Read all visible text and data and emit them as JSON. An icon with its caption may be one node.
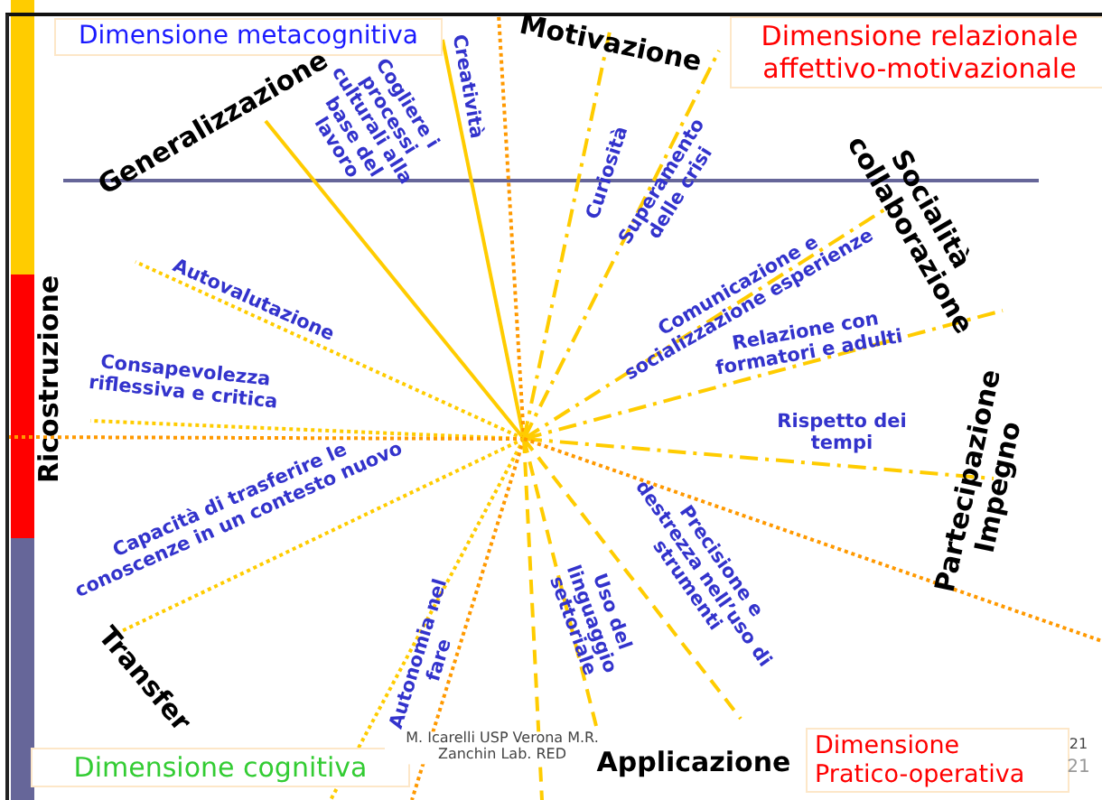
{
  "diagram": {
    "nodes": [
      {
        "text": [
          "Dimensione metacognitiva"
        ]
      },
      {
        "text": [
          "Dimensione relazionale affettivo-motivazionale"
        ]
      },
      {
        "text": [
          "Dimensione cognitiva"
        ]
      },
      {
        "text": [
          "Dimensione Pratico-operativa"
        ]
      }
    ],
    "labels": [
      "Generalizzazione",
      "Cogliere i processi culturali alla base del lavoro",
      "Creatività",
      "Motivazione",
      "Curiosità",
      "Superamento delle crisi",
      "Socialità collaborazione",
      "Autovalutazione",
      "Comunicazione e socializzazione esperienze",
      "Ricostruzione",
      "Consapevolezza riflessiva e critica",
      "Relazione con formatori e adulti",
      "Rispetto dei tempi",
      "Partecipazione Impegno",
      "Capacità di trasferire le conoscenze in un contesto nuovo",
      "Precisione e destrezza nell’uso di strumenti",
      "Uso del linguaggio settoriale",
      "Autonomia nel fare",
      "Transfer",
      "M. Icarelli USP Verona M.R. Zanchin Lab. RED",
      "Applicazione",
      "21",
      "21"
    ]
  }
}
